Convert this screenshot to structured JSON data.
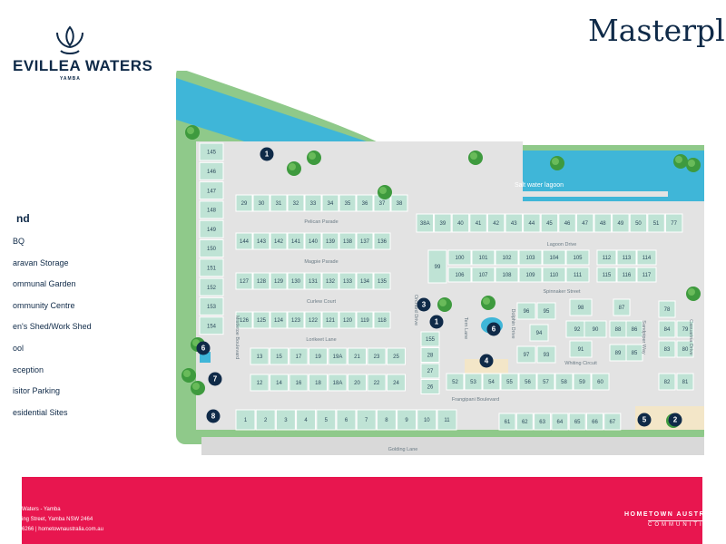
{
  "header": {
    "brand_name": "EVILLEA WATERS",
    "brand_location": "YAMBA",
    "title": "Masterpla"
  },
  "legend": {
    "title": "nd",
    "items": [
      {
        "label": "BQ"
      },
      {
        "label": "aravan Storage"
      },
      {
        "label": "ommunal Garden"
      },
      {
        "label": "ommunity Centre"
      },
      {
        "label": "en's Shed/Work Shed"
      },
      {
        "label": "ool"
      },
      {
        "label": "eception"
      },
      {
        "label": "isitor Parking"
      },
      {
        "label": "esidential Sites"
      }
    ]
  },
  "map": {
    "water_label": "Salt water lagoon",
    "streets": [
      {
        "name": "Pelican Parade"
      },
      {
        "name": "Magpie Parade"
      },
      {
        "name": "Curlew Court"
      },
      {
        "name": "Lorikeet Lane"
      },
      {
        "name": "Frangipani Boulevard"
      },
      {
        "name": "Golding Lane"
      },
      {
        "name": "Lagoon Drive"
      },
      {
        "name": "Spinnaker Street"
      },
      {
        "name": "Whiting Circuit"
      },
      {
        "name": "Mistletoe Boulevard"
      },
      {
        "name": "Orchard Drive"
      },
      {
        "name": "Tern Lane"
      },
      {
        "name": "Dolphin Drive"
      },
      {
        "name": "Sandpiper Way"
      },
      {
        "name": "Casuarina Drive"
      }
    ],
    "lot_groups": [
      {
        "labels": [
          "145",
          "146",
          "147",
          "148",
          "149",
          "150",
          "151",
          "152",
          "153",
          "154"
        ]
      },
      {
        "labels": [
          "29",
          "30",
          "31",
          "32",
          "33",
          "34",
          "35",
          "36",
          "37",
          "38"
        ]
      },
      {
        "labels": [
          "144",
          "143",
          "142",
          "141",
          "140",
          "139",
          "138",
          "137",
          "136"
        ]
      },
      {
        "labels": [
          "127",
          "128",
          "129",
          "130",
          "131",
          "132",
          "133",
          "134",
          "135"
        ]
      },
      {
        "labels": [
          "126",
          "125",
          "124",
          "123",
          "122",
          "121",
          "120",
          "119",
          "118"
        ]
      },
      {
        "labels": [
          "13",
          "15",
          "17",
          "19",
          "19A",
          "21",
          "23",
          "25"
        ]
      },
      {
        "labels": [
          "12",
          "14",
          "16",
          "18",
          "18A",
          "20",
          "22",
          "24"
        ]
      },
      {
        "labels": [
          "1",
          "2",
          "3",
          "4",
          "5",
          "6",
          "7",
          "8",
          "9",
          "10",
          "11"
        ]
      },
      {
        "labels": [
          "38A",
          "39",
          "40",
          "41",
          "42",
          "43",
          "44",
          "45",
          "46",
          "47",
          "48",
          "49",
          "50",
          "51",
          "77"
        ]
      },
      {
        "labels": [
          "100",
          "101",
          "102",
          "103",
          "104",
          "105"
        ]
      },
      {
        "labels": [
          "106",
          "107",
          "108",
          "109",
          "110",
          "111"
        ]
      },
      {
        "labels": [
          "112",
          "113",
          "114"
        ]
      },
      {
        "labels": [
          "115",
          "116",
          "117"
        ]
      },
      {
        "labels": [
          "99"
        ]
      },
      {
        "labels": [
          "155",
          "28",
          "27",
          "26"
        ]
      },
      {
        "labels": [
          "52",
          "53",
          "54",
          "55",
          "56",
          "57",
          "58",
          "59",
          "60"
        ]
      },
      {
        "labels": [
          "96",
          "95",
          "94",
          "97",
          "93"
        ]
      },
      {
        "labels": [
          "98",
          "92",
          "90",
          "91"
        ]
      },
      {
        "labels": [
          "87",
          "88",
          "86",
          "89",
          "85"
        ]
      },
      {
        "labels": [
          "78",
          "84",
          "79",
          "83",
          "80",
          "82",
          "81"
        ]
      },
      {
        "labels": [
          "61",
          "62",
          "63",
          "64",
          "65",
          "66",
          "67"
        ]
      }
    ],
    "markers": [
      {
        "number": "1"
      },
      {
        "number": "3"
      },
      {
        "number": "1"
      },
      {
        "number": "6"
      },
      {
        "number": "4"
      },
      {
        "number": "6"
      },
      {
        "number": "7"
      },
      {
        "number": "8"
      },
      {
        "number": "5"
      },
      {
        "number": "2"
      }
    ]
  },
  "footer": {
    "line1": " Waters - Yamba",
    "line2": "ing Street, Yamba NSW 2464",
    "line3": "6266 | hometownaustralia.com.au",
    "brand": "HOMETOWN AUSTRALIA",
    "brand_sub": "COMMUNITIES"
  },
  "colors": {
    "navy": "#0f2a48",
    "lot": "#bfe3d5",
    "grass": "#8fc98a",
    "water": "#3fb6d8",
    "road": "#e3e3e3",
    "footer": "#e8164f",
    "sand": "#f3e6c8"
  }
}
